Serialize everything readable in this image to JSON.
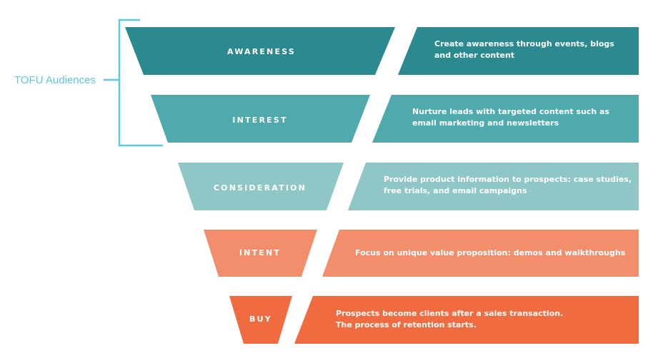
{
  "bracket": {
    "label": "TOFU Audiences",
    "color": "#5bc8e6"
  },
  "stages": [
    {
      "name": "AWARENESS",
      "desc": [
        "Create awareness through events, blogs",
        "and other content"
      ],
      "color": "#2b8990"
    },
    {
      "name": "INTEREST",
      "desc": [
        "Nurture leads with targeted content such as",
        "email marketing and newsletters"
      ],
      "color": "#4fa9ad"
    },
    {
      "name": "CONSIDERATION",
      "desc": [
        "Provide product information to prospects: case studies,",
        "free trials, and email campaigns"
      ],
      "color": "#8ec7c6"
    },
    {
      "name": "INTENT",
      "desc": [
        "Focus on unique value proposition: demos and walkthroughs"
      ],
      "color": "#f38e6d"
    },
    {
      "name": "BUY",
      "desc": [
        "Prospects become clients after a sales transaction.",
        "The process of retention starts."
      ],
      "color": "#f06b3f"
    }
  ]
}
